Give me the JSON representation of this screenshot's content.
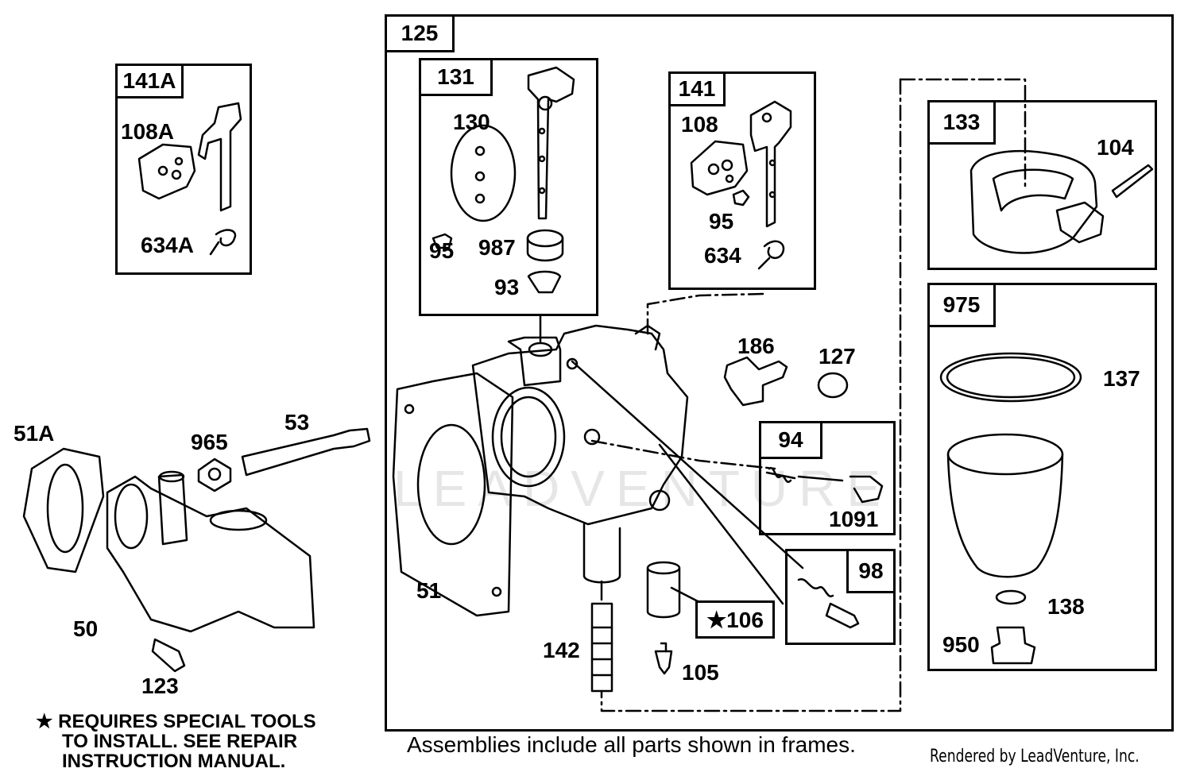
{
  "frames": {
    "f125": "125",
    "f131": "131",
    "f141": "141",
    "f141a": "141A",
    "f133": "133",
    "f975": "975",
    "f94": "94",
    "f98": "98",
    "f106": "★106"
  },
  "parts": {
    "p108a": "108A",
    "p634a": "634A",
    "p130": "130",
    "p95a": "95",
    "p987": "987",
    "p93": "93",
    "p108": "108",
    "p95b": "95",
    "p634": "634",
    "p104": "104",
    "p137": "137",
    "p138": "138",
    "p950": "950",
    "p186": "186",
    "p127": "127",
    "p1091": "1091",
    "p51": "51",
    "p142": "142",
    "p105": "105",
    "p51a": "51A",
    "p965": "965",
    "p53": "53",
    "p50": "50",
    "p123": "123"
  },
  "notes": {
    "star_line1": "★ REQUIRES SPECIAL TOOLS",
    "star_line2": "TO INSTALL.  SEE REPAIR",
    "star_line3": "INSTRUCTION MANUAL."
  },
  "caption": "Assemblies include all parts shown in frames.",
  "credit": "Rendered by LeadVenture, Inc.",
  "watermark": "LEADVENTURE"
}
